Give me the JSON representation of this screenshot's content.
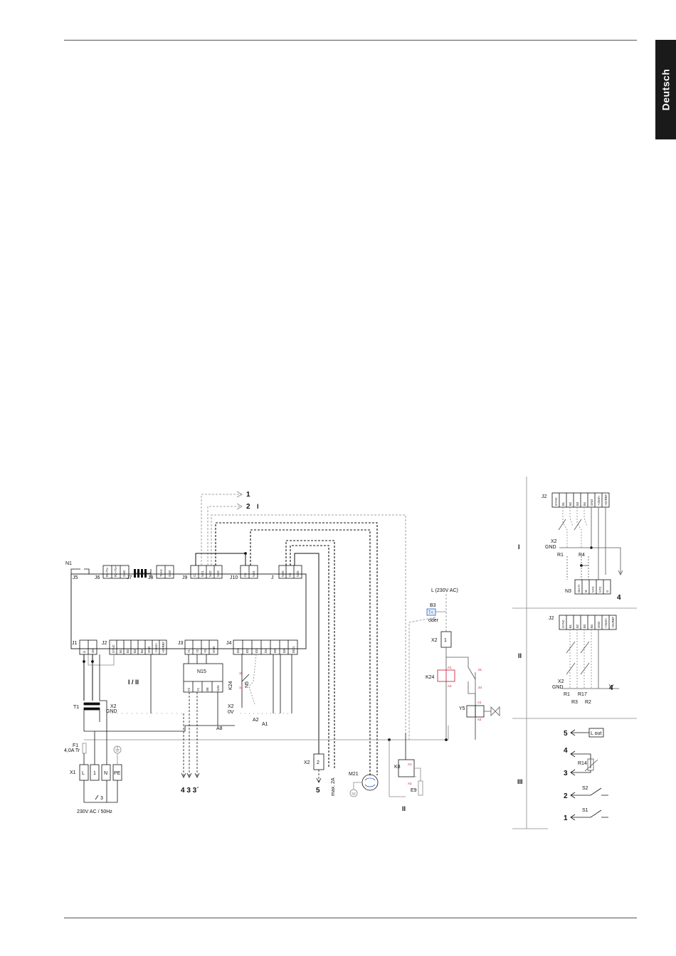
{
  "language_tab": "Deutsch",
  "labels": {
    "n1": "N1",
    "j5": "J5",
    "j6": "J6",
    "j7": "J7",
    "j8": "J8",
    "j9": "J9",
    "j10": "J10",
    "j11": "J",
    "j1": "J1",
    "j2": "J2",
    "j3": "J3",
    "j4": "J4",
    "n15": "N15",
    "k24": "K24",
    "n5": "N5",
    "i_ii": "I / II",
    "a1": "A1",
    "a2": "A2",
    "a8": "A8",
    "x2_gnd_1": "X2",
    "x2_gnd_2": "GND",
    "x2_0v_1": "X2",
    "x2_0v_2": "0V",
    "t1": "T1",
    "f1_1": "F1",
    "f1_2": "4,0A Tr",
    "x1": "X1",
    "supply_3": "3",
    "supply": "230V AC / 50Hz",
    "x2_lower": "X2",
    "m21": "M21",
    "max2a": "max. 2A",
    "k8": "K8",
    "e9": "E9",
    "l230": "L (230V AC)",
    "b3": "B3",
    "oder": "oder",
    "x2_relay": "X2",
    "k24_relay": "K24",
    "y5": "Y5",
    "a1_k8": "A1",
    "a2_k8": "A2",
    "a1_k24": "A1",
    "a2_k24": "A2",
    "a1_y5": "A1",
    "a2_y5": "A2",
    "c21": "21",
    "c24": "24",
    "c11": "11",
    "c14": "14",
    "ref1": "1",
    "ref2": "2",
    "ref_i": "I",
    "bottom_433": "4  3  3´",
    "bottom_5": "5",
    "ref_ii": "II",
    "x1_l": "L",
    "x1_1": "1",
    "x1_n": "N",
    "x1_pe": "PE",
    "x2_box_2": "2",
    "x2_box_1": "1",
    "j5_text": "J5",
    "j6_text": "J6",
    "tlan1": "TLAN",
    "tlan2": "GND"
  },
  "pins": {
    "j6": [
      "Rx-/Tx-",
      "Rx+/Tx+",
      "GND"
    ],
    "j8": [
      "TLAN",
      "GND"
    ],
    "j9": [
      "C1",
      "NO1",
      "NO2",
      "NO3"
    ],
    "j10": [
      "C4",
      "NO4"
    ],
    "j11": [
      "NO5",
      "C5",
      "NO5"
    ],
    "j1": [
      "G",
      "G0"
    ],
    "j2": [
      "SYNC",
      "B1",
      "B2",
      "B3",
      "B4",
      "GND",
      "+Vterm",
      "+5VREF"
    ],
    "j3": [
      "Y1",
      "Y2",
      "Y3",
      "GND"
    ],
    "j4": [
      "ID1",
      "ID2",
      "ID3",
      "ID4",
      "ID5",
      "ID6",
      "IDC1"
    ],
    "n15": [
      "Y2",
      "Y1",
      "DE",
      "NO6"
    ]
  },
  "panel_i": {
    "roman": "I",
    "j2": "J2",
    "pins": [
      "SYNC",
      "B1",
      "B2",
      "B3",
      "B4",
      "GND",
      "+Vterm",
      "+5VREF"
    ],
    "x2": "X2",
    "gnd": "GND",
    "r1": "R1",
    "r4": "R4",
    "n3": "N3",
    "n3_pins": [
      "Out H",
      "M",
      "NTC",
      "NTC",
      "G"
    ],
    "ref4": "4"
  },
  "panel_ii": {
    "roman": "II",
    "j2": "J2",
    "pins": [
      "SYNC",
      "B1",
      "B2",
      "B3",
      "B4",
      "GND",
      "+Vterm",
      "+5VREF"
    ],
    "x2": "X2",
    "gnd": "GND",
    "r1": "R1",
    "r17": "R17",
    "r3": "R3",
    "r2": "R2",
    "ref4": "4"
  },
  "panel_iii": {
    "roman": "III",
    "n5": "5",
    "n4": "4",
    "n3": "3",
    "n2": "2",
    "n1": "1",
    "lout": "L out",
    "r14": "R14",
    "s2": "S2",
    "s1": "S1"
  }
}
